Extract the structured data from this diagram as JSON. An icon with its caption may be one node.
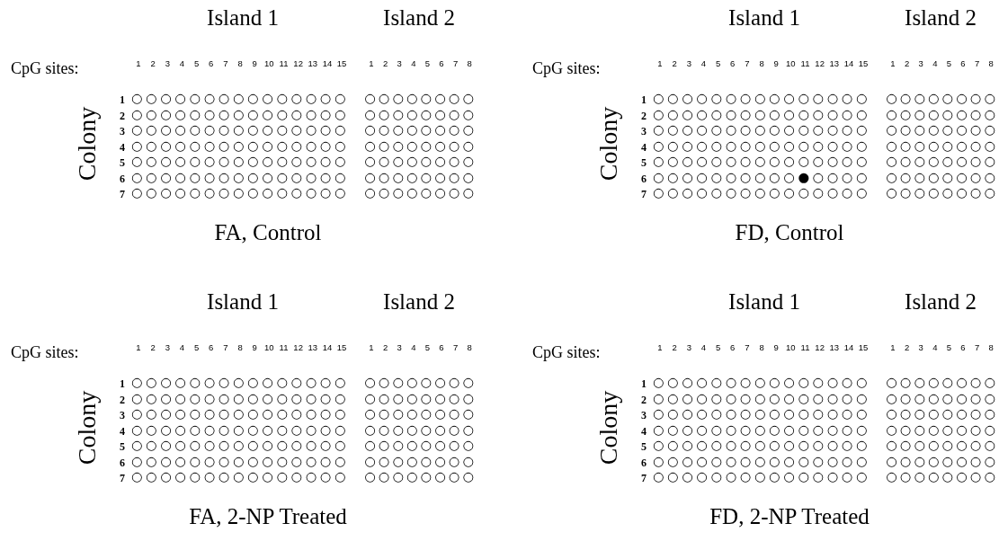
{
  "diagram": {
    "labels": [
      "Island 1",
      "Island 2",
      "CpG sites:",
      "1",
      "2",
      "3",
      "4",
      "5",
      "6",
      "7",
      "8",
      "9",
      "10",
      "11",
      "12",
      "13",
      "14",
      "15",
      "1",
      "2",
      "3",
      "4",
      "5",
      "6",
      "7",
      "8",
      "Colony",
      "1",
      "○○○○○○○○○○○○○○○",
      "○○○○○○○○",
      "2",
      "○○○○○○○○○○○○○○○",
      "○○○○○○○○",
      "3",
      "○○○○○○○○○○○○○○○",
      "○○○○○○○○",
      "4",
      "○○○○○○○○○○○○○○○",
      "○○○○○○○○",
      "5",
      "○○○○○○○○○○○○○○○",
      "○○○○○○○○",
      "6",
      "○○○○○○○○○○○○○○○",
      "○○○○○○○○",
      "7",
      "○○○○○○○○○○○○○○○",
      "○○○○○○○○",
      "FA, Control",
      "Island 1",
      "Island 2",
      "CpG sites:",
      "1",
      "2",
      "3",
      "4",
      "5",
      "6",
      "7",
      "8",
      "9",
      "10",
      "11",
      "12",
      "13",
      "14",
      "15",
      "1",
      "2",
      "3",
      "4",
      "5",
      "6",
      "7",
      "8",
      "Colony",
      "1",
      "○○○○○○○○○○○○○○○",
      "○○○○○○○○",
      "2",
      "○○○○○○○○○○○○○○○",
      "○○○○○○○○",
      "3",
      "○○○○○○○○○○○○○○○",
      "○○○○○○○○",
      "4",
      "○○○○○○○○○○○○○○○",
      "○○○○○○○○",
      "5",
      "○○○○○○○○○○○○○○○",
      "○○○○○○○○",
      "6",
      "○○○○○○○○○○●○○○○",
      "○○○○○○○○",
      "7",
      "○○○○○○○○○○○○○○○",
      "○○○○○○○○",
      "FD, Control",
      "Island 1",
      "Island 2",
      "CpG sites:",
      "1",
      "2",
      "3",
      "4",
      "5",
      "6",
      "7",
      "8",
      "9",
      "10",
      "11",
      "12",
      "13",
      "14",
      "15",
      "1",
      "2",
      "3",
      "4",
      "5",
      "6",
      "7",
      "8",
      "Colony",
      "1",
      "○○○○○○○○○○○○○○○",
      "○○○○○○○○",
      "2",
      "○○○○○○○○○○○○○○○",
      "○○○○○○○○",
      "3",
      "○○○○○○○○○○○○○○○",
      "○○○○○○○○",
      "4",
      "○○○○○○○○○○○○○○○",
      "○○○○○○○○",
      "5",
      "○○○○○○○○○○○○○○○",
      "○○○○○○○○",
      "6",
      "○○○○○○○○○○○○○○○",
      "○○○○○○○○",
      "7",
      "○○○○○○○○○○○○○○○",
      "○○○○○○○○",
      "FA, 2-NP Treated",
      "Island 1",
      "Island 2",
      "CpG sites:",
      "1",
      "2",
      "3",
      "4",
      "5",
      "6",
      "7",
      "8",
      "9",
      "10",
      "11",
      "12",
      "13",
      "14",
      "15",
      "1",
      "2",
      "3",
      "4",
      "5",
      "6",
      "7",
      "8",
      "Colony",
      "1",
      "○○○○○○○○○○○○○○○",
      "○○○○○○○○",
      "2",
      "○○○○○○○○○○○○○○○",
      "○○○○○○○○",
      "3",
      "○○○○○○○○○○○○○○○",
      "○○○○○○○○",
      "4",
      "○○○○○○○○○○○○○○○",
      "○○○○○○○○",
      "5",
      "○○○○○○○○○○○○○○○",
      "○○○○○○○○",
      "6",
      "○○○○○○○○○○○○○○○",
      "○○○○○○○○",
      "7",
      "○○○○○○○○○○○○○○○",
      "○○○○○○○○",
      "FD, 2-NP Treated"
    ]
  }
}
